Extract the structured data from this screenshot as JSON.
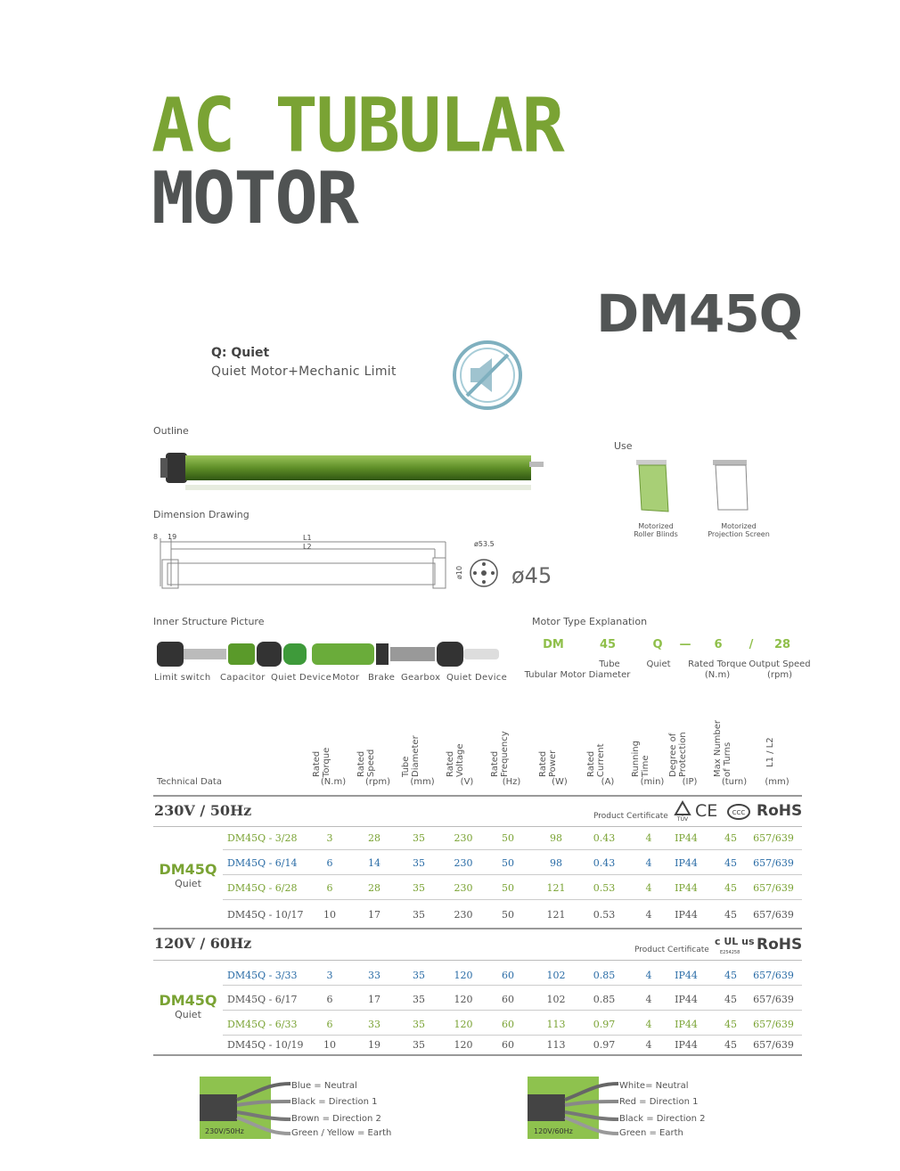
{
  "title_line1": "AC TUBULAR",
  "title_line2": "MOTOR",
  "model": "DM45Q",
  "quiet": {
    "title": "Q: Quiet",
    "subtitle": "Quiet Motor+Mechanic Limit",
    "icon": "mute-speaker-icon"
  },
  "labels": {
    "outline": "Outline",
    "dimension": "Dimension Drawing",
    "inner": "Inner Structure Picture",
    "use": "Use",
    "motor_type": "Motor Type Explanation"
  },
  "dimension": {
    "a": "8",
    "b": "19",
    "l1": "L1",
    "l2": "L2",
    "d_small": "ø53.5",
    "d_side": "ø10",
    "diameter": "ø45"
  },
  "use_items": [
    {
      "label1": "Motorized",
      "label2": "Roller Blinds"
    },
    {
      "label1": "Motorized",
      "label2": "Projection Screen"
    }
  ],
  "inner_parts": [
    "Limit switch",
    "Capacitor",
    "Quiet Device",
    "Motor",
    "Brake",
    "Gearbox",
    "Quiet Device"
  ],
  "motor_type": {
    "codes": [
      "DM",
      "45",
      "Q",
      "—",
      "6",
      "/",
      "28"
    ],
    "desc": [
      {
        "l1": "Tubular Motor",
        "l2": ""
      },
      {
        "l1": "Tube",
        "l2": "Diameter"
      },
      {
        "l1": "Quiet",
        "l2": ""
      },
      {
        "l1": "Rated Torque",
        "l2": "(N.m)"
      },
      {
        "l1": "Output Speed",
        "l2": "(rpm)"
      }
    ]
  },
  "table": {
    "label": "Technical Data",
    "headers": [
      {
        "h": "Rated\nTorque",
        "u": "(N.m)"
      },
      {
        "h": "Rated\nSpeed",
        "u": "(rpm)"
      },
      {
        "h": "Tube\nDiameter",
        "u": "(mm)"
      },
      {
        "h": "Rated\nVoltage",
        "u": "(V)"
      },
      {
        "h": "Rated\nFrequency",
        "u": "(Hz)"
      },
      {
        "h": "Rated\nPower",
        "u": "(W)"
      },
      {
        "h": "Rated\nCurrent",
        "u": "(A)"
      },
      {
        "h": "Running\nTime",
        "u": "(min)"
      },
      {
        "h": "Degree of\nProtection",
        "u": "(IP)"
      },
      {
        "h": "Max Number\nof Turns",
        "u": "(turn)"
      },
      {
        "h": "L1 / L2",
        "u": "(mm)"
      }
    ],
    "sections": [
      {
        "name": "230V / 50Hz",
        "cert_label": "Product Certificate",
        "cert_marks": "CE",
        "rohs": "RoHS",
        "group": "DM45Q",
        "group_sub": "Quiet",
        "rows": [
          {
            "model": "DM45Q - 3/28",
            "color": "green",
            "v": [
              "3",
              "28",
              "35",
              "230",
              "50",
              "98",
              "0.43",
              "4",
              "IP44",
              "45",
              "657/639"
            ]
          },
          {
            "model": "DM45Q - 6/14",
            "color": "blue",
            "v": [
              "6",
              "14",
              "35",
              "230",
              "50",
              "98",
              "0.43",
              "4",
              "IP44",
              "45",
              "657/639"
            ]
          },
          {
            "model": "DM45Q - 6/28",
            "color": "green",
            "v": [
              "6",
              "28",
              "35",
              "230",
              "50",
              "121",
              "0.53",
              "4",
              "IP44",
              "45",
              "657/639"
            ]
          },
          {
            "model": "DM45Q - 10/17",
            "color": "gray",
            "v": [
              "10",
              "17",
              "35",
              "230",
              "50",
              "121",
              "0.53",
              "4",
              "IP44",
              "45",
              "657/639"
            ]
          }
        ]
      },
      {
        "name": "120V / 60Hz",
        "cert_label": "Product Certificate",
        "cert_marks": "c UL us",
        "cert_code": "E254258",
        "rohs": "RoHS",
        "group": "DM45Q",
        "group_sub": "Quiet",
        "rows": [
          {
            "model": "DM45Q - 3/33",
            "color": "blue",
            "v": [
              "3",
              "33",
              "35",
              "120",
              "60",
              "102",
              "0.85",
              "4",
              "IP44",
              "45",
              "657/639"
            ]
          },
          {
            "model": "DM45Q - 6/17",
            "color": "gray",
            "v": [
              "6",
              "17",
              "35",
              "120",
              "60",
              "102",
              "0.85",
              "4",
              "IP44",
              "45",
              "657/639"
            ]
          },
          {
            "model": "DM45Q - 6/33",
            "color": "green",
            "v": [
              "6",
              "33",
              "35",
              "120",
              "60",
              "113",
              "0.97",
              "4",
              "IP44",
              "45",
              "657/639"
            ]
          },
          {
            "model": "DM45Q - 10/19",
            "color": "gray",
            "v": [
              "10",
              "19",
              "35",
              "120",
              "60",
              "113",
              "0.97",
              "4",
              "IP44",
              "45",
              "657/639"
            ]
          }
        ]
      }
    ]
  },
  "wiring": [
    {
      "badge": "230V/50Hz",
      "lines": [
        "Blue = Neutral",
        "Black = Direction 1",
        "Brown = Direction 2",
        "Green / Yellow = Earth"
      ]
    },
    {
      "badge": "120V/60Hz",
      "lines": [
        "White= Neutral",
        "Red = Direction 1",
        "Black = Direction 2",
        "Green = Earth"
      ]
    }
  ],
  "colors": {
    "green": "#7aa334",
    "blue": "#2a6ca6",
    "dark": "#505353"
  }
}
